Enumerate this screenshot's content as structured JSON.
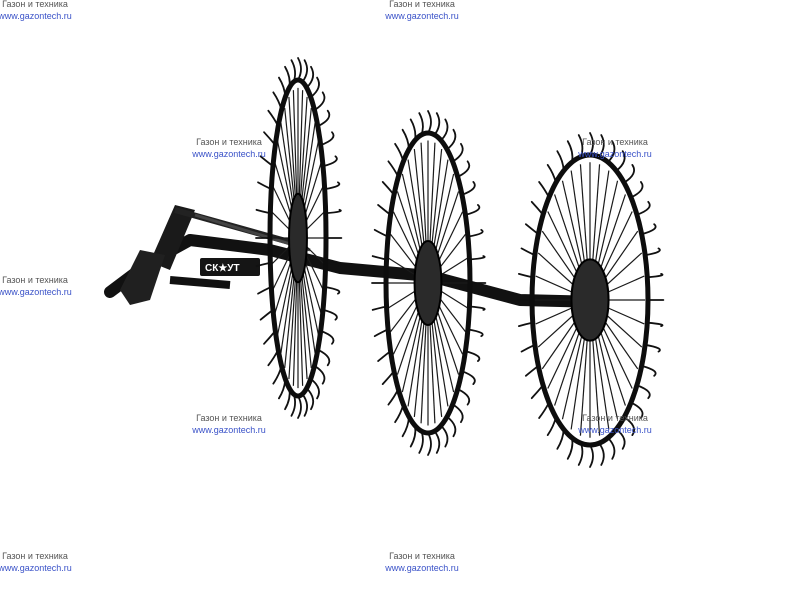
{
  "watermark": {
    "text": "Газон и техника",
    "url": "www.gazontech.ru"
  },
  "product": {
    "brand_label": "СК★УТ",
    "wheel_count": 3
  },
  "colors": {
    "background": "#ffffff",
    "metal": "#111111",
    "hub": "#2a2a2a",
    "watermark_text": "#555555",
    "watermark_link": "#3a52c8"
  }
}
